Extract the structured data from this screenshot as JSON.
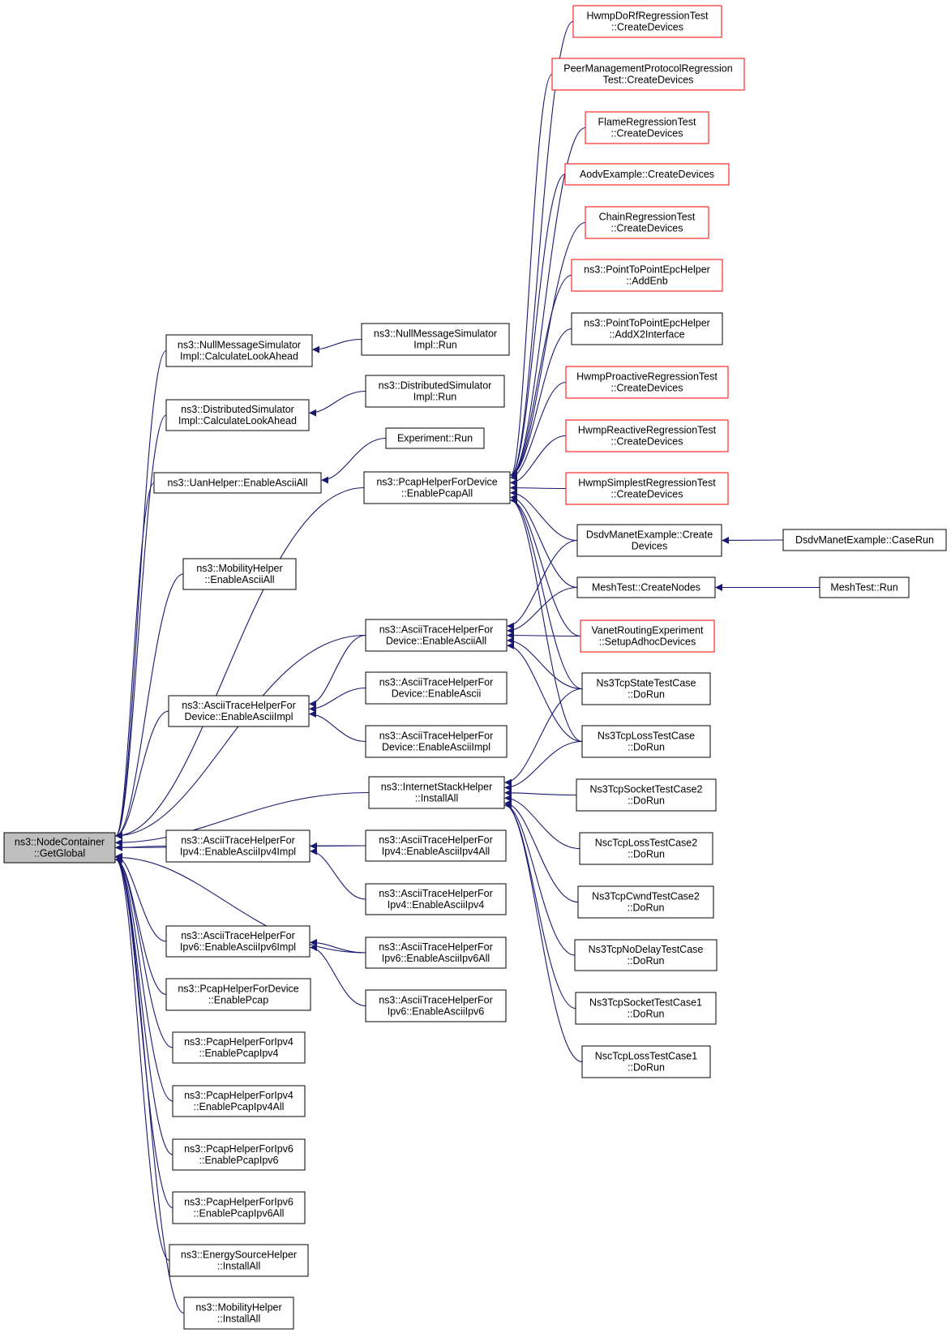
{
  "colors": {
    "edge": "#191970",
    "border_default": "#000000",
    "border_truncated": "#ff0000",
    "root_fill": "#bfbfbf",
    "node_fill": "#ffffff"
  },
  "nodes": [
    {
      "id": "root",
      "lines": [
        "ns3::NodeContainer",
        "::GetGlobal"
      ],
      "style": "root"
    },
    {
      "id": "nms_cla",
      "lines": [
        "ns3::NullMessageSimulator",
        "Impl::CalculateLookAhead"
      ],
      "style": "normal"
    },
    {
      "id": "ds_cla",
      "lines": [
        "ns3::DistributedSimulator",
        "Impl::CalculateLookAhead"
      ],
      "style": "normal"
    },
    {
      "id": "uan",
      "lines": [
        "ns3::UanHelper::EnableAsciiAll"
      ],
      "style": "normal"
    },
    {
      "id": "mob_ascii",
      "lines": [
        "ns3::MobilityHelper",
        "::EnableAsciiAll"
      ],
      "style": "normal"
    },
    {
      "id": "atd_impl",
      "lines": [
        "ns3::AsciiTraceHelperFor",
        "Device::EnableAsciiImpl"
      ],
      "style": "normal"
    },
    {
      "id": "ati4_impl",
      "lines": [
        "ns3::AsciiTraceHelperFor",
        "Ipv4::EnableAsciiIpv4Impl"
      ],
      "style": "normal"
    },
    {
      "id": "ati6_impl",
      "lines": [
        "ns3::AsciiTraceHelperFor",
        "Ipv6::EnableAsciiIpv6Impl"
      ],
      "style": "normal"
    },
    {
      "id": "phd_pcap",
      "lines": [
        "ns3::PcapHelperForDevice",
        "::EnablePcap"
      ],
      "style": "normal"
    },
    {
      "id": "ph4_pcap",
      "lines": [
        "ns3::PcapHelperForIpv4",
        "::EnablePcapIpv4"
      ],
      "style": "normal"
    },
    {
      "id": "ph4_all",
      "lines": [
        "ns3::PcapHelperForIpv4",
        "::EnablePcapIpv4All"
      ],
      "style": "normal"
    },
    {
      "id": "ph6_pcap",
      "lines": [
        "ns3::PcapHelperForIpv6",
        "::EnablePcapIpv6"
      ],
      "style": "normal"
    },
    {
      "id": "ph6_all",
      "lines": [
        "ns3::PcapHelperForIpv6",
        "::EnablePcapIpv6All"
      ],
      "style": "normal"
    },
    {
      "id": "energy",
      "lines": [
        "ns3::EnergySourceHelper",
        "::InstallAll"
      ],
      "style": "normal"
    },
    {
      "id": "mob_inst",
      "lines": [
        "ns3::MobilityHelper",
        "::InstallAll"
      ],
      "style": "normal"
    },
    {
      "id": "nms_run",
      "lines": [
        "ns3::NullMessageSimulator",
        "Impl::Run"
      ],
      "style": "normal"
    },
    {
      "id": "ds_run",
      "lines": [
        "ns3::DistributedSimulator",
        "Impl::Run"
      ],
      "style": "normal"
    },
    {
      "id": "exp_run",
      "lines": [
        "Experiment::Run"
      ],
      "style": "normal"
    },
    {
      "id": "phd_all",
      "lines": [
        "ns3::PcapHelperForDevice",
        "::EnablePcapAll"
      ],
      "style": "normal"
    },
    {
      "id": "atd_all",
      "lines": [
        "ns3::AsciiTraceHelperFor",
        "Device::EnableAsciiAll"
      ],
      "style": "normal"
    },
    {
      "id": "atd_ascii",
      "lines": [
        "ns3::AsciiTraceHelperFor",
        "Device::EnableAscii"
      ],
      "style": "normal"
    },
    {
      "id": "atd_impl2",
      "lines": [
        "ns3::AsciiTraceHelperFor",
        "Device::EnableAsciiImpl"
      ],
      "style": "normal"
    },
    {
      "id": "ish",
      "lines": [
        "ns3::InternetStackHelper",
        "::InstallAll"
      ],
      "style": "normal"
    },
    {
      "id": "ati4_all",
      "lines": [
        "ns3::AsciiTraceHelperFor",
        "Ipv4::EnableAsciiIpv4All"
      ],
      "style": "normal"
    },
    {
      "id": "ati4_ipv4",
      "lines": [
        "ns3::AsciiTraceHelperFor",
        "Ipv4::EnableAsciiIpv4"
      ],
      "style": "normal"
    },
    {
      "id": "ati6_all",
      "lines": [
        "ns3::AsciiTraceHelperFor",
        "Ipv6::EnableAsciiIpv6All"
      ],
      "style": "normal"
    },
    {
      "id": "ati6_ipv6",
      "lines": [
        "ns3::AsciiTraceHelperFor",
        "Ipv6::EnableAsciiIpv6"
      ],
      "style": "normal"
    },
    {
      "id": "hwmp_dorf",
      "lines": [
        "HwmpDoRfRegressionTest",
        "::CreateDevices"
      ],
      "style": "truncated"
    },
    {
      "id": "peer",
      "lines": [
        "PeerManagementProtocolRegression",
        "Test::CreateDevices"
      ],
      "style": "truncated"
    },
    {
      "id": "flame",
      "lines": [
        "FlameRegressionTest",
        "::CreateDevices"
      ],
      "style": "truncated"
    },
    {
      "id": "aodv",
      "lines": [
        "AodvExample::CreateDevices"
      ],
      "style": "truncated"
    },
    {
      "id": "chain",
      "lines": [
        "ChainRegressionTest",
        "::CreateDevices"
      ],
      "style": "truncated"
    },
    {
      "id": "p2p_enb",
      "lines": [
        "ns3::PointToPointEpcHelper",
        "::AddEnb"
      ],
      "style": "truncated"
    },
    {
      "id": "p2p_x2",
      "lines": [
        "ns3::PointToPointEpcHelper",
        "::AddX2Interface"
      ],
      "style": "normal"
    },
    {
      "id": "hwmp_pro",
      "lines": [
        "HwmpProactiveRegressionTest",
        "::CreateDevices"
      ],
      "style": "truncated"
    },
    {
      "id": "hwmp_rea",
      "lines": [
        "HwmpReactiveRegressionTest",
        "::CreateDevices"
      ],
      "style": "truncated"
    },
    {
      "id": "hwmp_sim",
      "lines": [
        "HwmpSimplestRegressionTest",
        "::CreateDevices"
      ],
      "style": "truncated"
    },
    {
      "id": "dsdv_cd",
      "lines": [
        "DsdvManetExample::Create",
        "Devices"
      ],
      "style": "normal"
    },
    {
      "id": "mesh_cn",
      "lines": [
        "MeshTest::CreateNodes"
      ],
      "style": "normal"
    },
    {
      "id": "vanet",
      "lines": [
        "VanetRoutingExperiment",
        "::SetupAdhocDevices"
      ],
      "style": "truncated"
    },
    {
      "id": "tcp_state",
      "lines": [
        "Ns3TcpStateTestCase",
        "::DoRun"
      ],
      "style": "normal"
    },
    {
      "id": "tcp_loss",
      "lines": [
        "Ns3TcpLossTestCase",
        "::DoRun"
      ],
      "style": "normal"
    },
    {
      "id": "tcp_sock2",
      "lines": [
        "Ns3TcpSocketTestCase2",
        "::DoRun"
      ],
      "style": "normal"
    },
    {
      "id": "nsc_loss2",
      "lines": [
        "NscTcpLossTestCase2",
        "::DoRun"
      ],
      "style": "normal"
    },
    {
      "id": "tcp_cwnd2",
      "lines": [
        "Ns3TcpCwndTestCase2",
        "::DoRun"
      ],
      "style": "normal"
    },
    {
      "id": "tcp_nodelay",
      "lines": [
        "Ns3TcpNoDelayTestCase",
        "::DoRun"
      ],
      "style": "normal"
    },
    {
      "id": "tcp_sock1",
      "lines": [
        "Ns3TcpSocketTestCase1",
        "::DoRun"
      ],
      "style": "normal"
    },
    {
      "id": "nsc_loss1",
      "lines": [
        "NscTcpLossTestCase1",
        "::DoRun"
      ],
      "style": "normal"
    },
    {
      "id": "dsdv_run",
      "lines": [
        "DsdvManetExample::CaseRun"
      ],
      "style": "normal"
    },
    {
      "id": "mesh_run",
      "lines": [
        "MeshTest::Run"
      ],
      "style": "normal"
    }
  ],
  "edges": [
    [
      "nms_cla",
      "root"
    ],
    [
      "ds_cla",
      "root"
    ],
    [
      "uan",
      "root"
    ],
    [
      "mob_ascii",
      "root"
    ],
    [
      "phd_all",
      "root"
    ],
    [
      "atd_all",
      "root"
    ],
    [
      "atd_impl",
      "root"
    ],
    [
      "ish",
      "root"
    ],
    [
      "ati4_all",
      "root"
    ],
    [
      "ati4_impl",
      "root"
    ],
    [
      "ati6_all",
      "root"
    ],
    [
      "ati6_impl",
      "root"
    ],
    [
      "phd_pcap",
      "root"
    ],
    [
      "ph4_pcap",
      "root"
    ],
    [
      "ph4_all",
      "root"
    ],
    [
      "ph6_pcap",
      "root"
    ],
    [
      "ph6_all",
      "root"
    ],
    [
      "energy",
      "root"
    ],
    [
      "mob_inst",
      "root"
    ],
    [
      "nms_run",
      "nms_cla"
    ],
    [
      "ds_run",
      "ds_cla"
    ],
    [
      "exp_run",
      "uan"
    ],
    [
      "atd_all",
      "atd_impl"
    ],
    [
      "atd_ascii",
      "atd_impl"
    ],
    [
      "atd_impl2",
      "atd_impl"
    ],
    [
      "ati4_all",
      "ati4_impl"
    ],
    [
      "ati4_ipv4",
      "ati4_impl"
    ],
    [
      "ati6_all",
      "ati6_impl"
    ],
    [
      "ati6_ipv6",
      "ati6_impl"
    ],
    [
      "hwmp_dorf",
      "phd_all"
    ],
    [
      "peer",
      "phd_all"
    ],
    [
      "flame",
      "phd_all"
    ],
    [
      "aodv",
      "phd_all"
    ],
    [
      "chain",
      "phd_all"
    ],
    [
      "p2p_enb",
      "phd_all"
    ],
    [
      "p2p_x2",
      "phd_all"
    ],
    [
      "hwmp_pro",
      "phd_all"
    ],
    [
      "hwmp_rea",
      "phd_all"
    ],
    [
      "hwmp_sim",
      "phd_all"
    ],
    [
      "dsdv_cd",
      "phd_all"
    ],
    [
      "mesh_cn",
      "phd_all"
    ],
    [
      "vanet",
      "phd_all"
    ],
    [
      "tcp_state",
      "phd_all"
    ],
    [
      "tcp_loss",
      "phd_all"
    ],
    [
      "dsdv_cd",
      "atd_all"
    ],
    [
      "mesh_cn",
      "atd_all"
    ],
    [
      "vanet",
      "atd_all"
    ],
    [
      "tcp_state",
      "atd_all"
    ],
    [
      "tcp_loss",
      "atd_all"
    ],
    [
      "tcp_state",
      "ish"
    ],
    [
      "tcp_loss",
      "ish"
    ],
    [
      "tcp_sock2",
      "ish"
    ],
    [
      "nsc_loss2",
      "ish"
    ],
    [
      "tcp_cwnd2",
      "ish"
    ],
    [
      "tcp_nodelay",
      "ish"
    ],
    [
      "tcp_sock1",
      "ish"
    ],
    [
      "nsc_loss1",
      "ish"
    ],
    [
      "dsdv_run",
      "dsdv_cd"
    ],
    [
      "mesh_run",
      "mesh_cn"
    ]
  ]
}
